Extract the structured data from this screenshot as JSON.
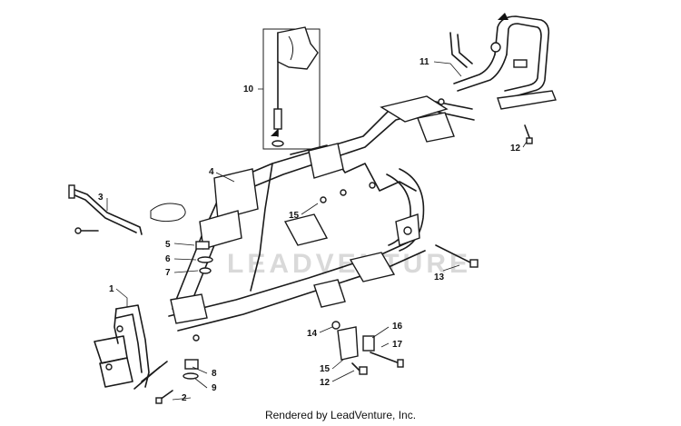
{
  "diagram": {
    "watermark": "LEADVENTURE",
    "footer": "Rendered by LeadVenture, Inc.",
    "callouts": [
      {
        "id": "c1",
        "text": "1"
      },
      {
        "id": "c2",
        "text": "2"
      },
      {
        "id": "c3",
        "text": "3"
      },
      {
        "id": "c4",
        "text": "4"
      },
      {
        "id": "c5",
        "text": "5"
      },
      {
        "id": "c6",
        "text": "6"
      },
      {
        "id": "c7",
        "text": "7"
      },
      {
        "id": "c8",
        "text": "8"
      },
      {
        "id": "c9",
        "text": "9"
      },
      {
        "id": "c10",
        "text": "10"
      },
      {
        "id": "c11",
        "text": "11"
      },
      {
        "id": "c12a",
        "text": "12"
      },
      {
        "id": "c12b",
        "text": "12"
      },
      {
        "id": "c13",
        "text": "13"
      },
      {
        "id": "c14",
        "text": "14"
      },
      {
        "id": "c15a",
        "text": "15"
      },
      {
        "id": "c15b",
        "text": "15"
      },
      {
        "id": "c16",
        "text": "16"
      },
      {
        "id": "c17",
        "text": "17"
      }
    ]
  }
}
